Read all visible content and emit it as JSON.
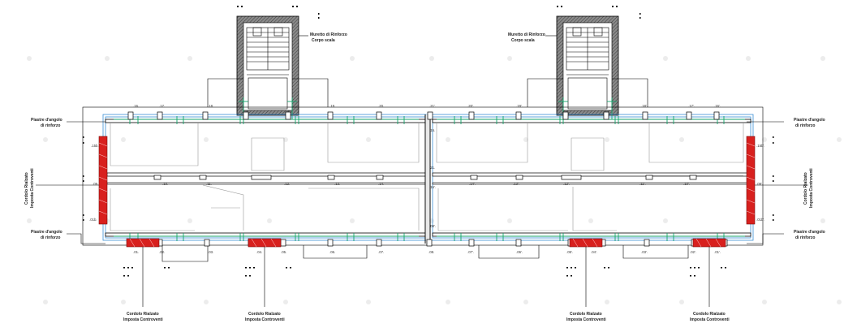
{
  "labels": {
    "stair_left_1": "Muretto di Rinforzo",
    "stair_left_2": "Corpo scala",
    "stair_right_1": "Muretto di Rinforzo",
    "stair_right_2": "Corpo scala",
    "plate_tl_1": "Piastre d'angolo",
    "plate_tl_2": "di rinforzo",
    "plate_bl_1": "Piastre d'angolo",
    "plate_bl_2": "di rinforzo",
    "plate_tr_1": "Piastre d'angolo",
    "plate_tr_2": "di rinforzo",
    "plate_br_1": "Piastre d'angolo",
    "plate_br_2": "di rinforzo",
    "cord_left_1": "Cordolo Rialzato",
    "cord_left_2": "Imposta Controventi",
    "cord_right_1": "Cordolo Rialzato",
    "cord_right_2": "Imposta Controventi",
    "cord_b1_1": "Cordolo Rialzato",
    "cord_b1_2": "Imposta Controventi",
    "cord_b2_1": "Cordolo Rialzato",
    "cord_b2_2": "Imposta Controventi",
    "cord_b3_1": "Cordolo Rialzato",
    "cord_b3_2": "Imposta Controventi",
    "cord_b4_1": "Cordolo Rialzato",
    "cord_b4_2": "Imposta Controventi"
  },
  "pillars_top": [
    ".16.",
    ".17.",
    ".18.",
    ".19.",
    ".20.",
    ".21'.",
    ".20'.",
    ".19'.",
    ".18'.",
    ".17'.",
    ".16'."
  ],
  "pillars_bottom": [
    ".01.",
    ".02.",
    ".03.",
    ".04.",
    ".05.",
    ".06.",
    ".07.",
    ".08.",
    ".07'.",
    ".06'.",
    ".05'.",
    ".04'.",
    ".03'.",
    ".02'.",
    ".01'."
  ],
  "pillars_mid": [
    ".10.",
    ".11.",
    ".12.",
    ".13.",
    ".14.",
    ".14'.",
    ".13'.",
    ".12'.",
    ".11'.",
    ".10'."
  ],
  "pillars_side": [
    ".15b.",
    ".09.",
    ".01b.",
    ".15b'.",
    ".09'.",
    ".01b'."
  ],
  "pillars_center": [
    ".15.",
    ".21.",
    ".15'.",
    ".08'."
  ]
}
